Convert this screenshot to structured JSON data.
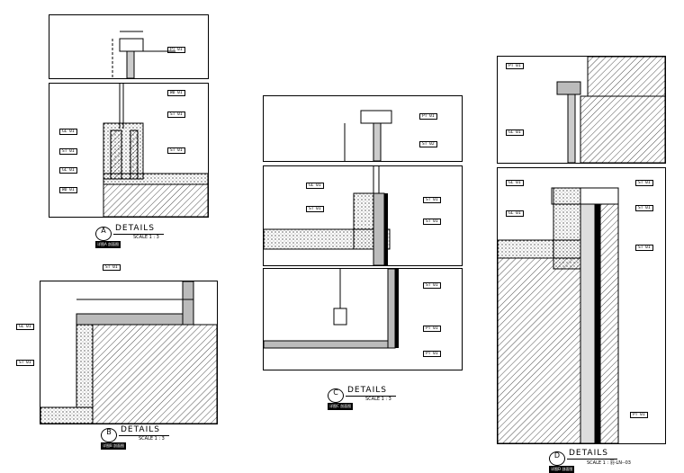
{
  "details": [
    {
      "id": "A",
      "title": "DETAILS",
      "scale": "SCALE  1 : 3",
      "sub": "详图A  剖面图"
    },
    {
      "id": "B",
      "title": "DETAILS",
      "scale": "SCALE  1 : 3",
      "sub": "详图B  剖面图"
    },
    {
      "id": "C",
      "title": "DETAILS",
      "scale": "SCALE  1 : 3",
      "sub": "详图C  剖面图"
    },
    {
      "id": "D",
      "title": "DETAILS",
      "scale": "SCALE  1 : 羽-LN--03",
      "sub": "详图D  剖面图"
    }
  ],
  "tags": {
    "a1": "PT 01",
    "a2": "WD 01",
    "a3": "ST 01",
    "a4": "ST 01",
    "a5": "GL 01",
    "a6": "ST 01",
    "a7": "GL 01",
    "a8": "WD 01",
    "a9": "ST 01",
    "b1": "ST 01",
    "b2": "GL 01",
    "b3": "ST 01",
    "c1": "PT 01",
    "c2": "ST 02",
    "c3": "GL 01",
    "c4": "ST 01",
    "c5": "ST 01",
    "c6": "ST 01",
    "c7": "ST 01",
    "c8": "PT 01",
    "c9": "PT 01",
    "d1": "PT 01",
    "d2": "GL 01",
    "d3": "GL 01",
    "d4": "GL 01",
    "d5": "ST 01",
    "d6": "ST 01",
    "d7": "ST 01",
    "d8": "PT 01"
  },
  "colors": {
    "line": "#000000",
    "paper": "#ffffff"
  }
}
